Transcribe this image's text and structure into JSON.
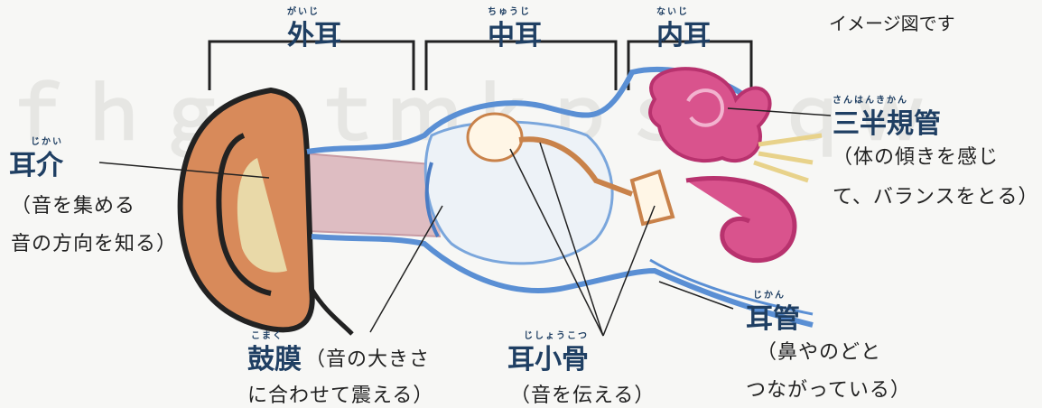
{
  "note": "イメージ図です",
  "regions": {
    "outer": {
      "label": "外耳",
      "ruby": "がいじ"
    },
    "middle": {
      "label": "中耳",
      "ruby": "ちゅうじ"
    },
    "inner": {
      "label": "内耳",
      "ruby": "ないじ"
    }
  },
  "parts": {
    "pinna": {
      "name": "耳介",
      "ruby": "じかい",
      "desc1": "（音を集める",
      "desc2": "音の方向を知る）"
    },
    "canals": {
      "name": "三半規管",
      "ruby": "さんはんきかん",
      "desc1": "（体の傾きを感じ",
      "desc2": "て、バランスをとる）"
    },
    "eardrum": {
      "name": "鼓膜",
      "ruby": "こまく",
      "desc1": "（音の大きさ",
      "desc2": "に合わせて震える）"
    },
    "ossicles": {
      "name": "耳小骨",
      "ruby": "じしょうこつ",
      "desc1": "（音を伝える）"
    },
    "tube": {
      "name": "耳管",
      "ruby": "じかん",
      "desc1": "（鼻やのどと",
      "desc2": "つながっている）"
    }
  }
}
